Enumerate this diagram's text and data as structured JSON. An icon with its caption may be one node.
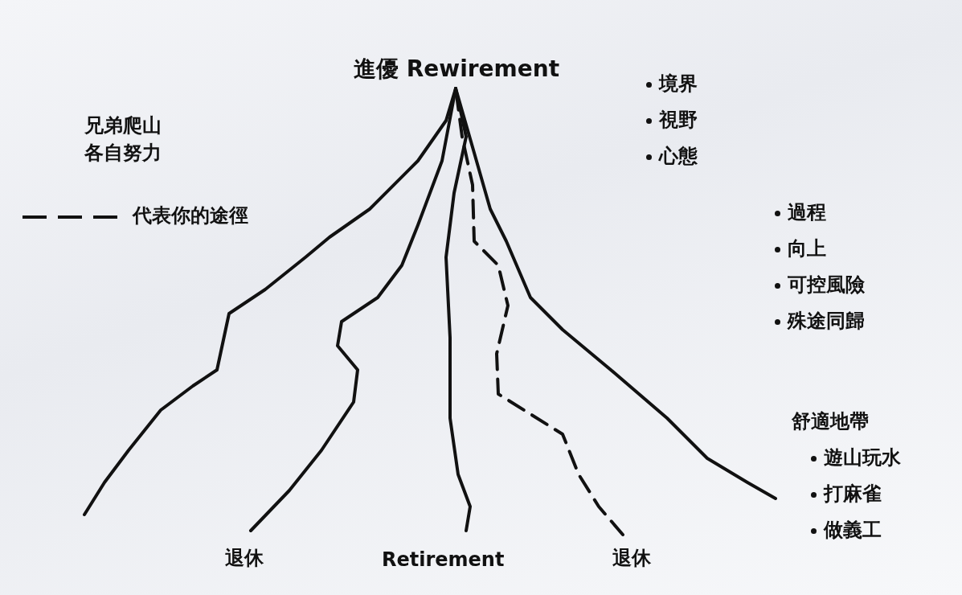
{
  "diagram": {
    "labels": [
      "進優 Rewirement",
      "境界",
      "視野",
      "兄弟爬山各自努力",
      "心態",
      "過程",
      "向上",
      "可控風險",
      "殊途同歸",
      "舒適地帶",
      "遊山玩水",
      "打麻雀",
      "做義工",
      "退休",
      "Retirement",
      "退休"
    ],
    "legend": [
      {
        "text": "代表你的途徑"
      }
    ]
  }
}
